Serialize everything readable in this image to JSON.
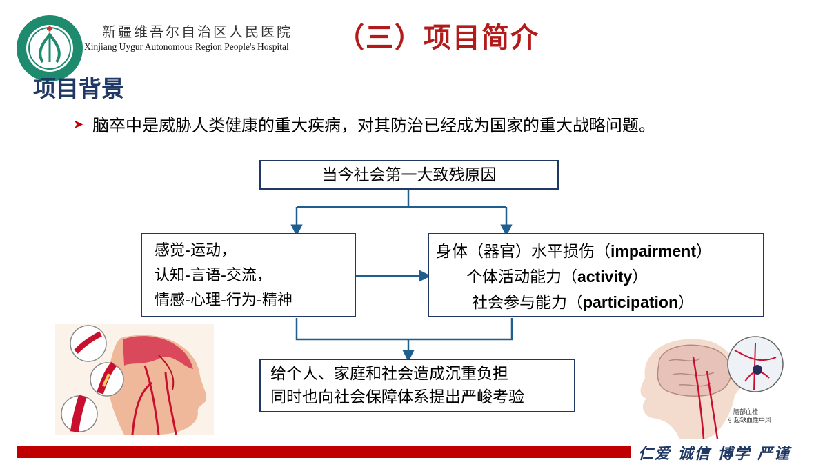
{
  "header": {
    "hospital_name_cn": "新疆维吾尔自治区人民医院",
    "hospital_name_en": "Xinjiang Uygur Autonomous Region People's Hospital",
    "slide_title": "（三）项目简介"
  },
  "section_title": "项目背景",
  "bullet": "脑卒中是威胁人类健康的重大疾病，对其防治已经成为国家的重大战略问题。",
  "flowchart": {
    "top": "当今社会第一大致残原因",
    "left": [
      "感觉-运动，",
      "认知-言语-交流，",
      "情感-心理-行为-精神"
    ],
    "right": [
      {
        "cn": "身体（器官）水平损伤（",
        "en": "impairment",
        "end": "）"
      },
      {
        "cn": "个体活动能力（",
        "en": "activity",
        "end": "）"
      },
      {
        "cn": "社会参与能力（",
        "en": "participation",
        "end": "）"
      }
    ],
    "bottom": [
      "给个人、家庭和社会造成沉重负担",
      "同时也向社会保障体系提出严峻考验"
    ]
  },
  "right_image_caption": [
    "脑部血栓",
    "引起缺血性中风"
  ],
  "footer": {
    "motto": "仁爱 诚信 博学 严谨"
  },
  "colors": {
    "title_red": "#b31b1b",
    "section_navy": "#1f3864",
    "footer_red": "#c00000",
    "logo_green": "#1e8a6e"
  }
}
